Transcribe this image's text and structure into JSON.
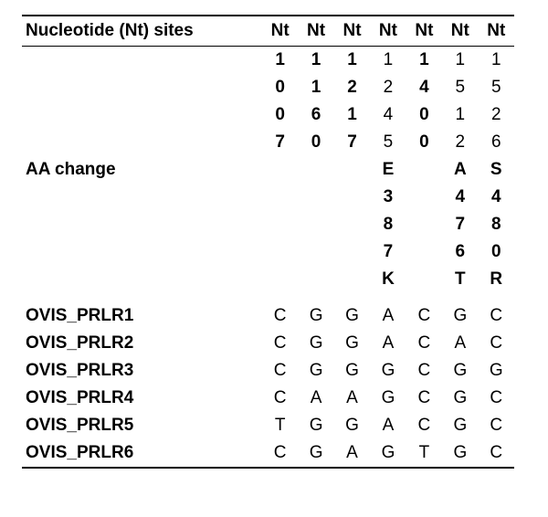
{
  "table": {
    "header_label": "Nucleotide (Nt) sites",
    "nt_headers": [
      "Nt",
      "Nt",
      "Nt",
      "Nt",
      "Nt",
      "Nt",
      "Nt"
    ],
    "position_rows": [
      [
        "1",
        "1",
        "1",
        "1",
        "1",
        "1",
        "1"
      ],
      [
        "0",
        "1",
        "2",
        "2",
        "4",
        "5",
        "5"
      ],
      [
        "0",
        "6",
        "1",
        "4",
        "0",
        "1",
        "2"
      ],
      [
        "7",
        "0",
        "7",
        "5",
        "0",
        "2",
        "6"
      ]
    ],
    "position_bold": [
      true,
      true,
      true,
      false,
      true,
      false,
      false
    ],
    "aa_label": "AA change",
    "aa_rows": [
      [
        "",
        "",
        "",
        "E",
        "",
        "A",
        "S"
      ],
      [
        "",
        "",
        "",
        "3",
        "",
        "4",
        "4"
      ],
      [
        "",
        "",
        "",
        "8",
        "",
        "7",
        "8"
      ],
      [
        "",
        "",
        "",
        "7",
        "",
        "6",
        "0"
      ],
      [
        "",
        "",
        "",
        "K",
        "",
        "T",
        "R"
      ]
    ],
    "haplotypes": [
      {
        "name": "OVIS_PRLR1",
        "bases": [
          "C",
          "G",
          "G",
          "A",
          "C",
          "G",
          "C"
        ]
      },
      {
        "name": "OVIS_PRLR2",
        "bases": [
          "C",
          "G",
          "G",
          "A",
          "C",
          "A",
          "C"
        ]
      },
      {
        "name": "OVIS_PRLR3",
        "bases": [
          "C",
          "G",
          "G",
          "G",
          "C",
          "G",
          "G"
        ]
      },
      {
        "name": "OVIS_PRLR4",
        "bases": [
          "C",
          "A",
          "A",
          "G",
          "C",
          "G",
          "C"
        ]
      },
      {
        "name": "OVIS_PRLR5",
        "bases": [
          "T",
          "G",
          "G",
          "A",
          "C",
          "G",
          "C"
        ]
      },
      {
        "name": "OVIS_PRLR6",
        "bases": [
          "C",
          "G",
          "A",
          "G",
          "T",
          "G",
          "C"
        ]
      }
    ]
  }
}
